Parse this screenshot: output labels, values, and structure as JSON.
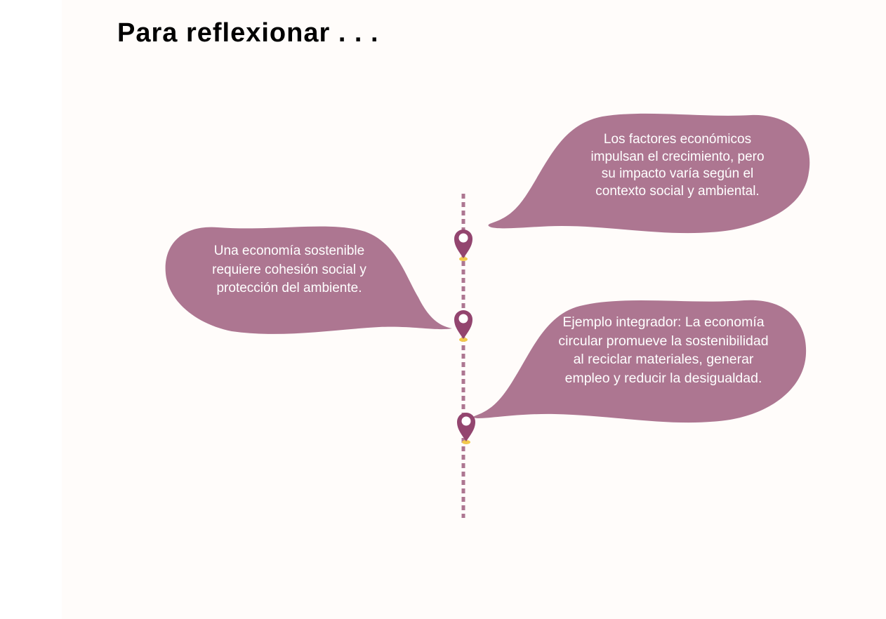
{
  "page": {
    "title": "Para reflexionar . . ."
  },
  "bubbles": [
    {
      "text": "Los factores económicos impulsan el crecimiento, pero su impacto varía según el contexto social y ambiental."
    },
    {
      "text": "Una economía sostenible requiere cohesión social y protección del ambiente."
    },
    {
      "text": "Ejemplo integrador: La economía circular promueve la sostenibilidad al reciclar materiales, generar empleo y reducir la desigualdad."
    }
  ],
  "colors": {
    "background": "#fffcfa",
    "bubble": "#ad7691",
    "pin": "#93456f",
    "pin_base": "#f2c94c",
    "timeline": "#ad7691",
    "title_text": "#000000",
    "bubble_text": "#ffffff"
  },
  "icons": {
    "marker": "map-pin-icon"
  }
}
